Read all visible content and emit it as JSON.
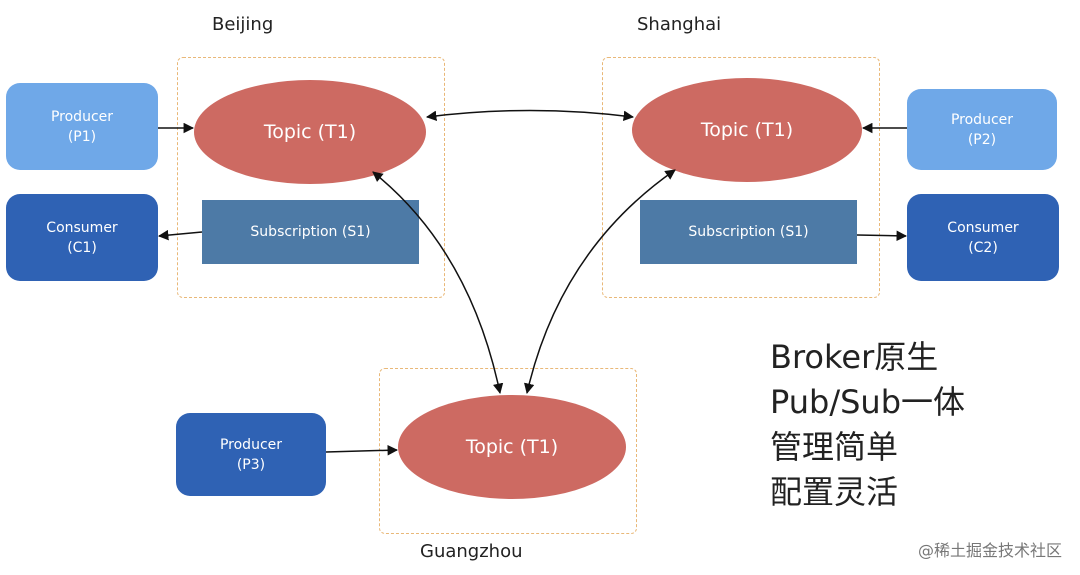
{
  "regions": {
    "beijing": "Beijing",
    "shanghai": "Shanghai",
    "guangzhou": "Guangzhou"
  },
  "nodes": {
    "p1": "Producer\n(P1)",
    "c1": "Consumer\n(C1)",
    "p2": "Producer\n(P2)",
    "c2": "Consumer\n(C2)",
    "p3": "Producer\n(P3)"
  },
  "topics": {
    "beijing": "Topic (T1)",
    "shanghai": "Topic (T1)",
    "guangzhou": "Topic (T1)"
  },
  "subscriptions": {
    "beijing": "Subscription (S1)",
    "shanghai": "Subscription (S1)"
  },
  "features": [
    "Broker原生",
    "Pub/Sub一体",
    "管理简单",
    "配置灵活"
  ],
  "watermark": "@稀土掘金技术社区",
  "colors": {
    "topic": "#cd6a62",
    "producer_light": "#6fa8e8",
    "node_dark": "#2f62b4",
    "subscription": "#4d7aa6",
    "region_border": "#e9b878"
  }
}
